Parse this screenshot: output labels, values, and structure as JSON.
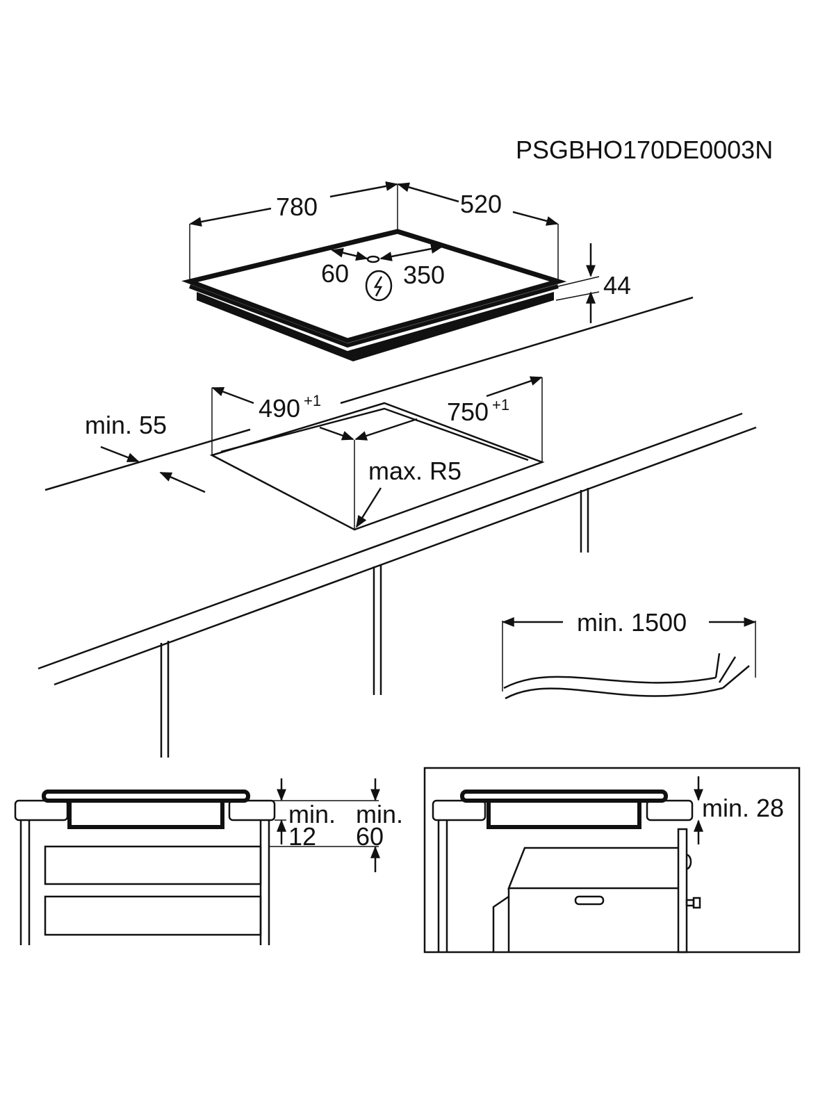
{
  "code": "PSGBHO170DE0003N",
  "hob": {
    "width": "780",
    "depth": "520",
    "height": "44",
    "cable_offset_left": "60",
    "cable_offset_right": "350",
    "symbol": "electrical-hazard-icon"
  },
  "cutout": {
    "depth": "490",
    "depth_tol": "+1",
    "width": "750",
    "width_tol": "+1",
    "front_margin": "min. 55",
    "corner_radius": "max. R5"
  },
  "cable": {
    "length": "min. 1500"
  },
  "section_drawers": {
    "gap_label_a": "min.",
    "gap_value_a": "12",
    "gap_label_b": "min.",
    "gap_value_b": "60"
  },
  "section_oven": {
    "gap": "min. 28"
  }
}
